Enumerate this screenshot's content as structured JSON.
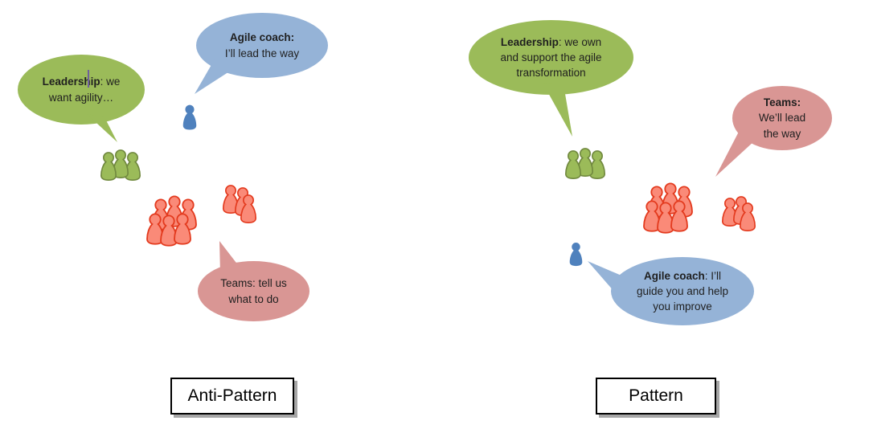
{
  "panels": {
    "anti": {
      "label": "Anti-Pattern",
      "bubbles": {
        "leadership": {
          "bold": "Leadership",
          "rest": ": we want agility…"
        },
        "coach": {
          "bold": "Agile coach:",
          "rest": "I’ll lead the way"
        },
        "teams": {
          "bold": "",
          "rest": "Teams: tell us what to do"
        }
      }
    },
    "pattern": {
      "label": "Pattern",
      "bubbles": {
        "leadership": {
          "bold": "Leadership",
          "rest": ": we own and support the agile transformation"
        },
        "teams": {
          "bold": "Teams:",
          "rest": "We’ll lead the way"
        },
        "coach": {
          "bold": "Agile coach",
          "rest": ": I’ll guide you and help you improve"
        }
      }
    }
  },
  "colors": {
    "background": "#ffffff",
    "green": "#9bbb59",
    "green-dark": "#71893f",
    "blue-light": "#95b3d7",
    "blue-dark": "#4f81bd",
    "pink": "#d99694",
    "red-fill": "#fa8a78",
    "red-stroke": "#e33a1e",
    "text": "#1f1f1f",
    "cursor": "#6f5f9c",
    "box-border": "#000000",
    "box-shadow": "#a6a6a6"
  }
}
